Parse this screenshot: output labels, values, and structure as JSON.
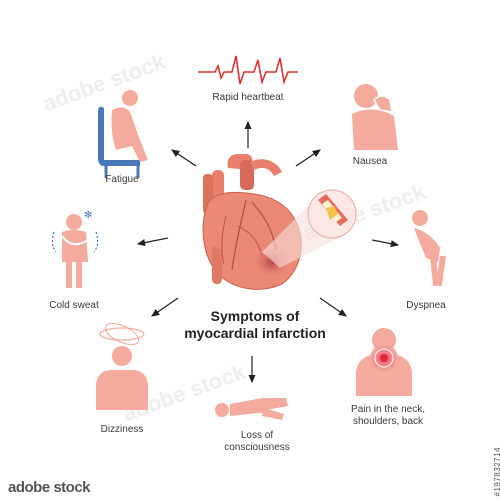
{
  "title_line1": "Symptoms of",
  "title_line2": "myocardial infarction",
  "symptoms": {
    "rapid_heartbeat": "Rapid heartbeat",
    "nausea": "Nausea",
    "fatigue": "Fatigue",
    "cold_sweat": "Cold sweat",
    "dyspnea": "Dyspnea",
    "dizziness": "Dizziness",
    "loss_of_consciousness_1": "Loss of",
    "loss_of_consciousness_2": "consciousness",
    "pain_1": "Pain in the neck,",
    "pain_2": "shoulders, back"
  },
  "brand": "adobe stock",
  "stock_id": "#197832714",
  "watermark": "adobe stock",
  "colors": {
    "figure": "#f4aa9c",
    "heart": "#e8806c",
    "ecg": "#e03030",
    "chair": "#4a78b8",
    "arrow": "#222222"
  }
}
